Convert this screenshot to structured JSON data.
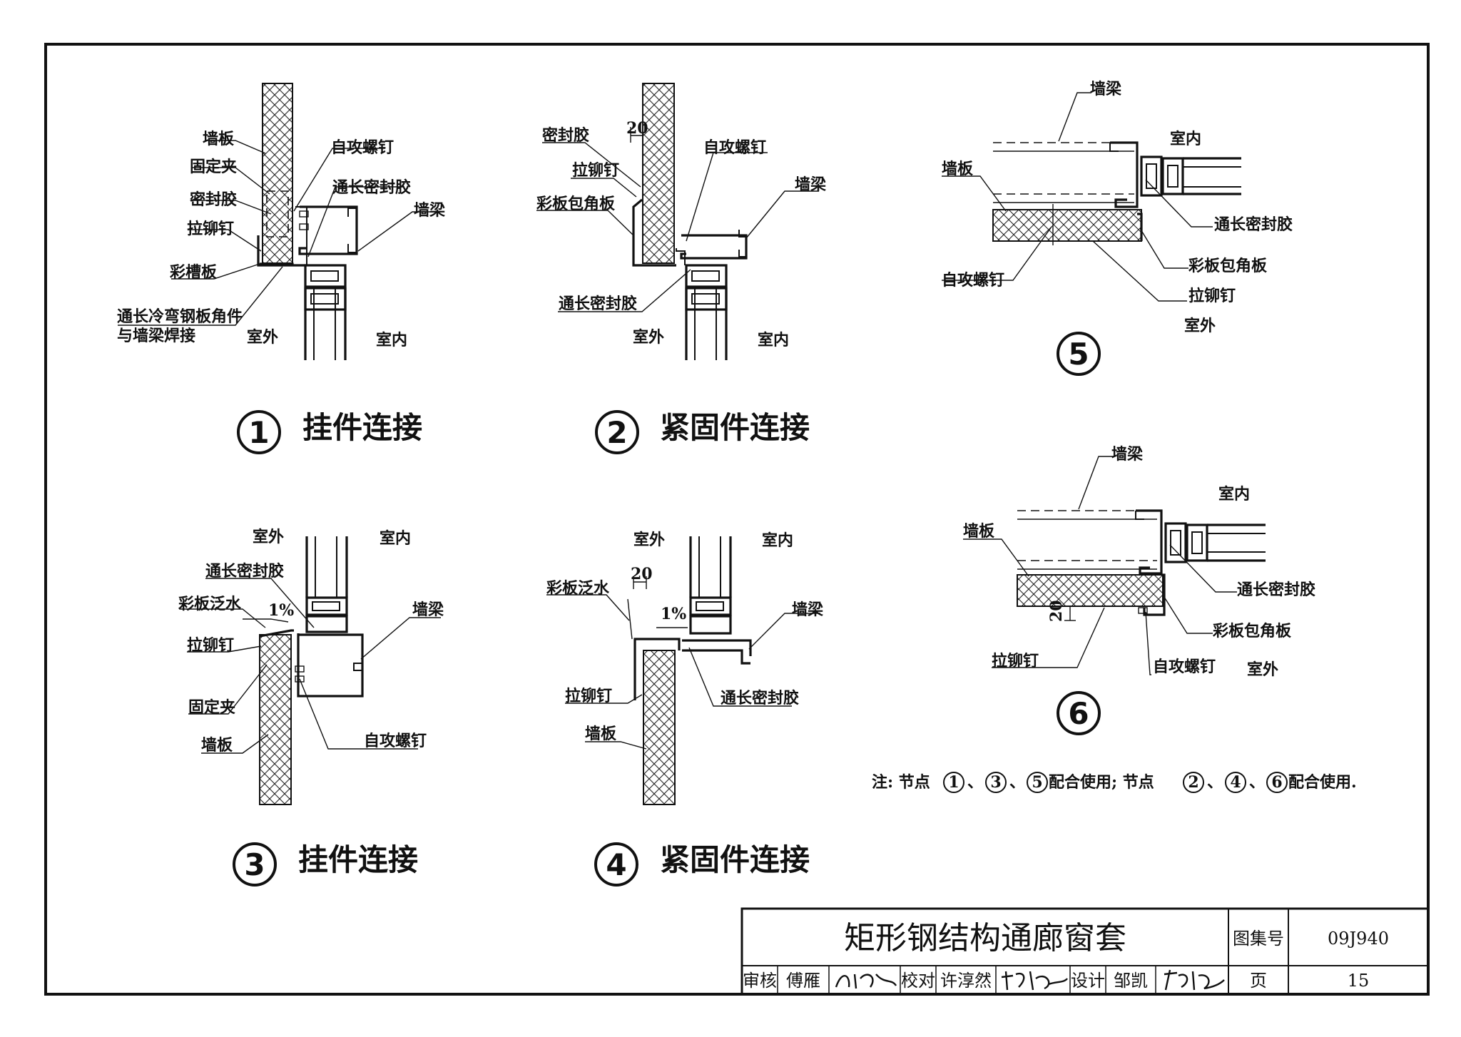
{
  "detail_1": {
    "number": "1",
    "caption": "挂件连接",
    "labels": {
      "wall_panel": "墙板",
      "fixing_clip": "固定夹",
      "sealant": "密封胶",
      "rivet": "拉铆钉",
      "color_channel": "彩槽板",
      "cold_bent_line1": "通长冷弯钢板角件",
      "cold_bent_line2": "与墙梁焊接",
      "self_tap_screw": "自攻螺钉",
      "continuous_sealant": "通长密封胶",
      "wall_beam": "墙梁",
      "outdoor": "室外",
      "indoor": "室内"
    }
  },
  "detail_2": {
    "number": "2",
    "caption": "紧固件连接",
    "labels": {
      "dim": "20",
      "sealant": "密封胶",
      "rivet": "拉铆钉",
      "flashing_corner": "彩板包角板",
      "self_tap_screw": "自攻螺钉",
      "wall_beam": "墙梁",
      "continuous_sealant": "通长密封胶",
      "outdoor": "室外",
      "indoor": "室内"
    }
  },
  "detail_3": {
    "number": "3",
    "caption": "挂件连接",
    "labels": {
      "outdoor": "室外",
      "indoor": "室内",
      "continuous_sealant": "通长密封胶",
      "flashing": "彩板泛水",
      "slope": "1%",
      "wall_beam": "墙梁",
      "rivet": "拉铆钉",
      "fixing_clip": "固定夹",
      "wall_panel": "墙板",
      "self_tap_screw": "自攻螺钉"
    }
  },
  "detail_4": {
    "number": "4",
    "caption": "紧固件连接",
    "labels": {
      "outdoor": "室外",
      "indoor": "室内",
      "flashing": "彩板泛水",
      "dim": "20",
      "slope": "1%",
      "wall_beam": "墙梁",
      "rivet": "拉铆钉",
      "continuous_sealant": "通长密封胶",
      "wall_panel": "墙板"
    }
  },
  "detail_5": {
    "number": "5",
    "labels": {
      "wall_beam": "墙梁",
      "indoor": "室内",
      "wall_panel": "墙板",
      "continuous_sealant": "通长密封胶",
      "self_tap_screw": "自攻螺钉",
      "flashing_corner": "彩板包角板",
      "rivet": "拉铆钉",
      "outdoor": "室外"
    }
  },
  "detail_6": {
    "number": "6",
    "labels": {
      "wall_beam": "墙梁",
      "indoor": "室内",
      "wall_panel": "墙板",
      "continuous_sealant": "通长密封胶",
      "dim": "20",
      "flashing_corner": "彩板包角板",
      "rivet": "拉铆钉",
      "self_tap_screw": "自攻螺钉",
      "outdoor": "室外"
    }
  },
  "note": {
    "prefix": "注: 节点",
    "sep": "、",
    "mid1": " 配合使用; 节点",
    "end": " 配合使用.",
    "group1": [
      "1",
      "3",
      "5"
    ],
    "group2": [
      "2",
      "4",
      "6"
    ]
  },
  "title_block": {
    "title": "矩形钢结构通廊窗套",
    "atlas_label": "图集号",
    "atlas_no": "09J940",
    "review_label": "审核",
    "reviewer": "傅雁",
    "check_label": "校对",
    "checker": "许淳然",
    "design_label": "设计",
    "designer": "邹凯",
    "page_label": "页",
    "page_no": "15"
  }
}
